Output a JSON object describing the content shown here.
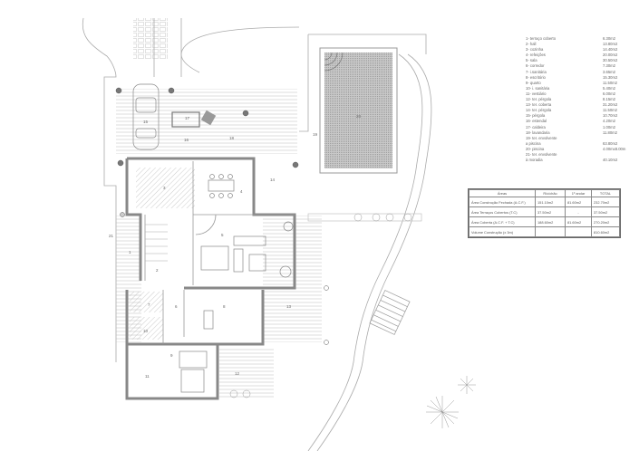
{
  "legend": {
    "items": [
      {
        "name": "1- terraço coberto",
        "value": "6.30m2"
      },
      {
        "name": "2- hall",
        "value": "13.80m2"
      },
      {
        "name": "3- cozinha",
        "value": "14.40m2"
      },
      {
        "name": "4- refeições",
        "value": "20.00m2"
      },
      {
        "name": "5- sala",
        "value": "30.50m2"
      },
      {
        "name": "6- corredor",
        "value": "7.30m2"
      },
      {
        "name": "7- i.sanitária",
        "value": "3.65m2"
      },
      {
        "name": "8- escritório",
        "value": "15.30m2"
      },
      {
        "name": "9- quarto",
        "value": "11.50m2"
      },
      {
        "name": "10- i. sanitária",
        "value": "5.40m2"
      },
      {
        "name": "11- vestiário",
        "value": "6.00m2"
      },
      {
        "name": "12- ter. pérgola",
        "value": "8.15m2"
      },
      {
        "name": "13- ter. coberta",
        "value": "31.20m2"
      },
      {
        "name": "14- ter. pérgola",
        "value": "11.50m2"
      },
      {
        "name": "15- pérgola",
        "value": "10.70m2"
      },
      {
        "name": "16- estendal",
        "value": "4.20m2"
      },
      {
        "name": "17- caldeira",
        "value": "1.00m2"
      },
      {
        "name": "18- lavandaria",
        "value": "11.80m2"
      },
      {
        "name": "19- ter. envolvente",
        "value": ""
      },
      {
        "name": "    a piscina",
        "value": "63.80m2"
      },
      {
        "name": "20- piscina",
        "value": "4.00mx8.00m"
      },
      {
        "name": "21- ter. envolvente",
        "value": ""
      },
      {
        "name": "    à moradia",
        "value": "40.10m2"
      }
    ]
  },
  "areas_table": {
    "headers": [
      "Áreas",
      "R/c/chão",
      "1º andar",
      "TOTAL"
    ],
    "rows": [
      [
        "Área Construção Fechada  (A.C.F.)",
        "151.10m2",
        "81.60m2",
        "232.70m2"
      ],
      [
        "Área Terraços Cobertos        (T.C)",
        "37.50m2",
        "-",
        "37.50m2"
      ],
      [
        "Área Coberta        (A.C.F. + T.C)",
        "188.60m2",
        "81.60m2",
        "270.20m2"
      ],
      [
        "Volume Construção       (x 3m)",
        "",
        "",
        "810.60m2"
      ]
    ]
  },
  "room_labels": {
    "r1": "1",
    "r2": "2",
    "r3": "3",
    "r4": "4",
    "r5": "5",
    "r6": "6",
    "r7": "7",
    "r8": "8",
    "r9": "9",
    "r10": "10",
    "r11": "11",
    "r12": "12",
    "r13": "13",
    "r14": "14",
    "r15": "15",
    "r16": "16",
    "r17": "17",
    "r18": "18",
    "r19": "19",
    "r20": "20",
    "r21": "21"
  },
  "colors": {
    "wall": "#8a8a8a",
    "line": "#9a9a9a",
    "pool": "#bdbdbd",
    "text": "#666666"
  }
}
